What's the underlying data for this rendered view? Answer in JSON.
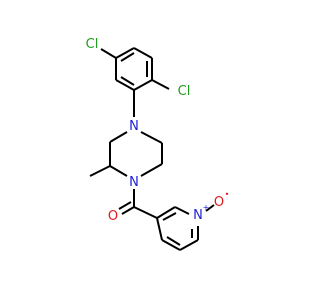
{
  "molecule": {
    "atoms": {
      "cl_top": "Cl",
      "cl_right": "Cl",
      "n_piperazine_top": "N",
      "n_piperazine_bottom": "N",
      "o_carbonyl": "O",
      "n_pyridine": "N",
      "o_n_oxide": "O"
    },
    "charges": {
      "n_pyridine": "+",
      "o_n_oxide": "•"
    },
    "colors": {
      "bond": "#000000",
      "chlorine": "#1f9e1f",
      "nitrogen": "#1f1fd6",
      "oxygen": "#e01a1a"
    }
  }
}
